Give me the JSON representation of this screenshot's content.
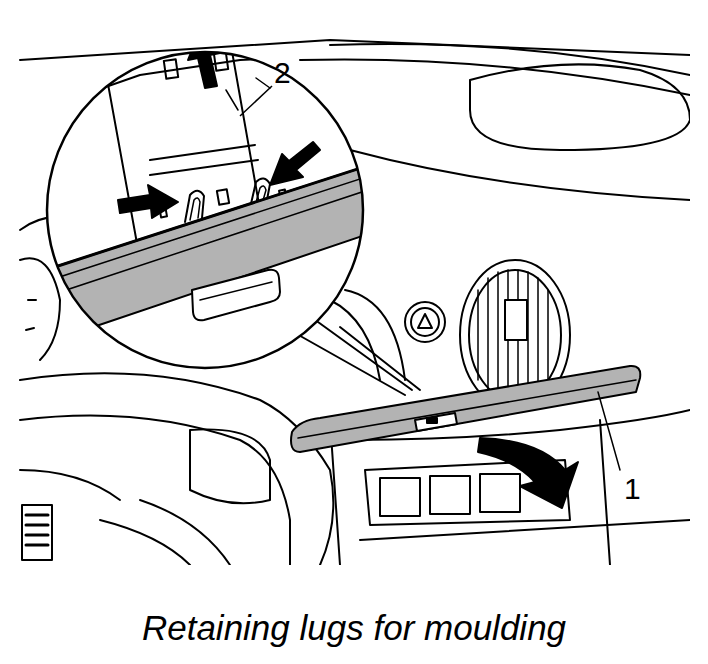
{
  "diagram": {
    "caption": "Retaining lugs for moulding",
    "labels": [
      "2",
      "1"
    ]
  }
}
